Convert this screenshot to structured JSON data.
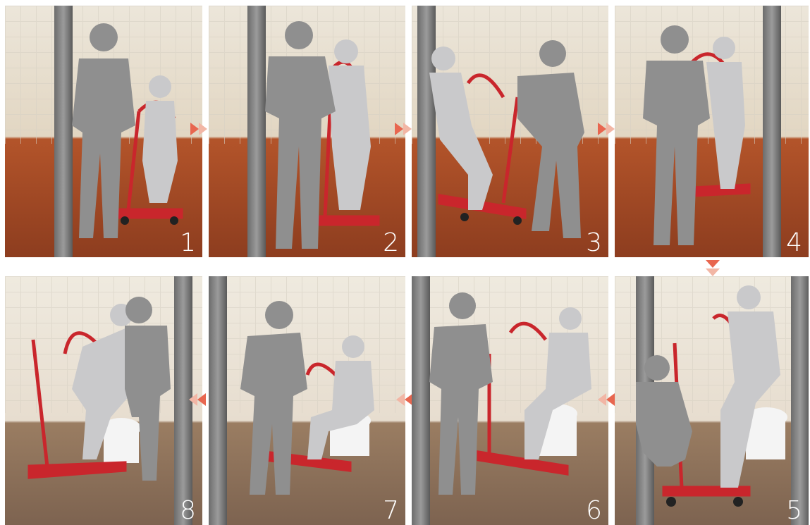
{
  "panels": [
    {
      "id": 1,
      "label": "1",
      "scene": "hallway"
    },
    {
      "id": 2,
      "label": "2",
      "scene": "hallway"
    },
    {
      "id": 3,
      "label": "3",
      "scene": "hallway"
    },
    {
      "id": 4,
      "label": "4",
      "scene": "hallway"
    },
    {
      "id": 5,
      "label": "5",
      "scene": "bathroom"
    },
    {
      "id": 6,
      "label": "6",
      "scene": "bathroom"
    },
    {
      "id": 7,
      "label": "7",
      "scene": "bathroom"
    },
    {
      "id": 8,
      "label": "8",
      "scene": "bathroom"
    }
  ],
  "colors": {
    "caregiver": "#8f8f8f",
    "patient": "#c9c9cb",
    "lift_frame": "#c9262c",
    "arrow_dark": "#e8664f",
    "arrow_light": "#f2b6a5"
  },
  "icons": [
    "arrow-right-icon",
    "arrow-down-icon",
    "arrow-left-icon"
  ]
}
